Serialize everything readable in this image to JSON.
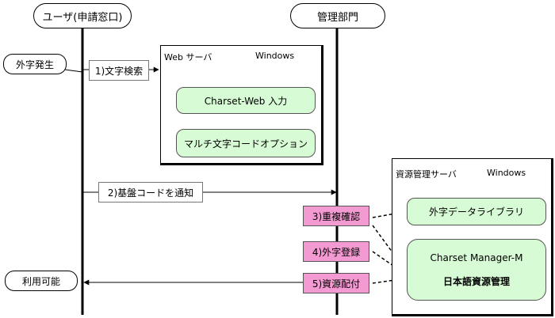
{
  "actors": {
    "user": "ユーザ(申請窓口)",
    "admin": "管理部門"
  },
  "callouts": {
    "gaiji_occurrence": "外字発生",
    "available": "利用可能"
  },
  "web_server": {
    "title": "Web サーバ",
    "os": "Windows",
    "component_top": "Charset-Web 入力",
    "component_bottom": "マルチ文字コードオプション"
  },
  "resource_server": {
    "title": "資源管理サーバ",
    "os": "Windows",
    "library": "外字データライブラリ",
    "manager_name": "Charset Manager-M",
    "manager_desc": "日本語資源管理"
  },
  "messages": {
    "m1": "1)文字検索",
    "m2": "2)基盤コードを通知",
    "m3": "3)重複確認",
    "m4": "4)外字登録",
    "m5": "5)資源配付"
  },
  "colors": {
    "step_box": "#f49ad2",
    "component_box": "#d7fbd4"
  }
}
